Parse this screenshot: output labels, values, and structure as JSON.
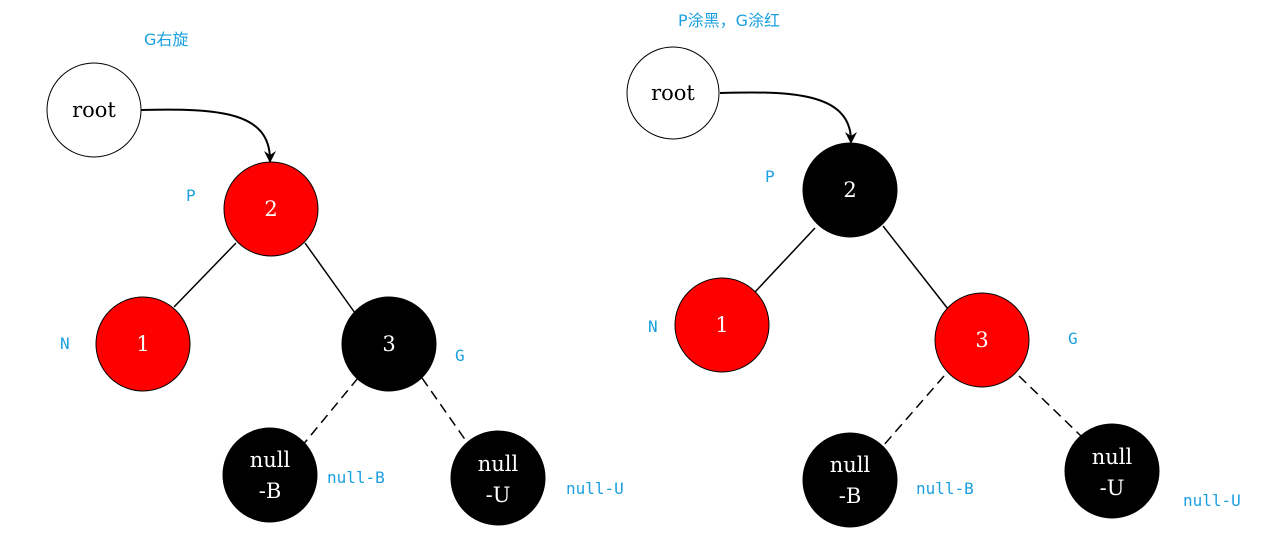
{
  "colors": {
    "red": "#ff0000",
    "black": "#000000",
    "white": "#ffffff",
    "label_blue": "#1a9fe0",
    "text_light": "#ffffff",
    "text_dark": "#000000"
  },
  "left": {
    "title": "G右旋",
    "root": "root",
    "nodes": {
      "n2": {
        "text": "2",
        "color": "red"
      },
      "n1": {
        "text": "1",
        "color": "red"
      },
      "n3": {
        "text": "3",
        "color": "black"
      },
      "nb": {
        "line1": "null",
        "line2": "-B",
        "color": "black"
      },
      "nu": {
        "line1": "null",
        "line2": "-U",
        "color": "black"
      }
    },
    "labels": {
      "p": "P",
      "n": "N",
      "g": "G",
      "null_b": "null-B",
      "null_u": "null-U"
    }
  },
  "right": {
    "title": "P涂黑，G涂红",
    "root": "root",
    "nodes": {
      "n2": {
        "text": "2",
        "color": "black"
      },
      "n1": {
        "text": "1",
        "color": "red"
      },
      "n3": {
        "text": "3",
        "color": "red"
      },
      "nb": {
        "line1": "null",
        "line2": "-B",
        "color": "black"
      },
      "nu": {
        "line1": "null",
        "line2": "-U",
        "color": "black"
      }
    },
    "labels": {
      "p": "P",
      "n": "N",
      "g": "G",
      "null_b": "null-B",
      "null_u": "null-U"
    }
  }
}
